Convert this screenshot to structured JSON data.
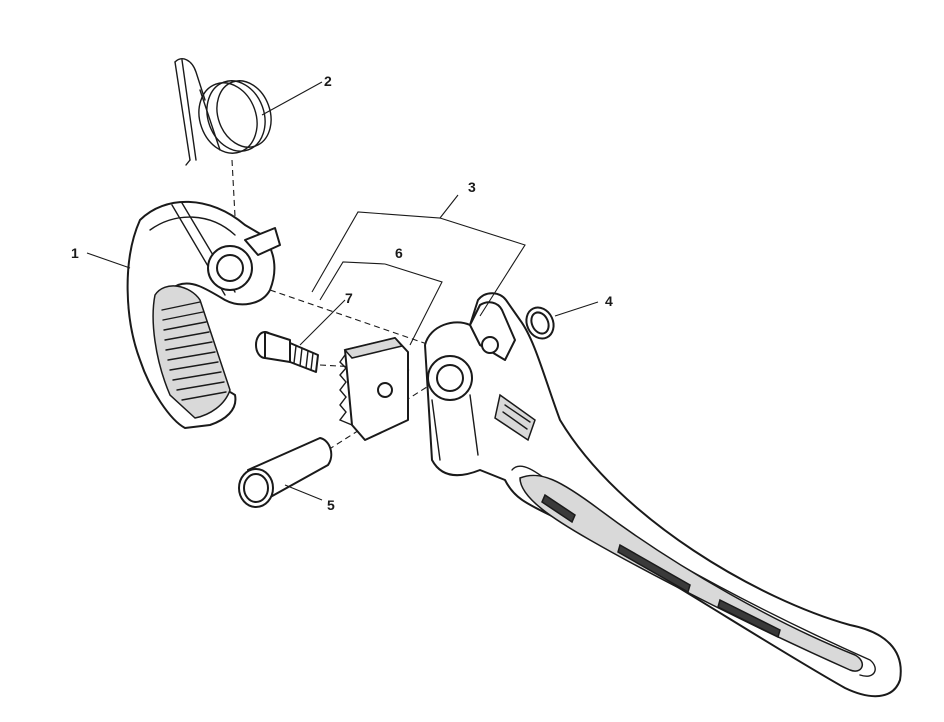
{
  "callouts": {
    "jaw_hook": "1",
    "spring": "2",
    "handle": "3",
    "retaining_ring": "4",
    "pin": "5",
    "jaw_insert": "6",
    "screw": "7"
  }
}
